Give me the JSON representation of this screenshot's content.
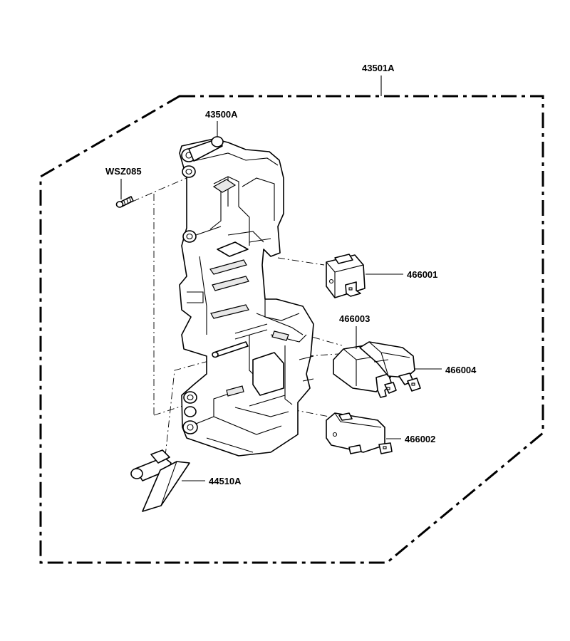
{
  "diagram": {
    "labels": {
      "assembly": "43501A",
      "frame": "43500A",
      "screw": "WSZ085",
      "switch_top": "466001",
      "switch_mid_left": "466003",
      "switch_mid_right": "466004",
      "switch_bottom": "466002",
      "lever": "44510A"
    }
  }
}
